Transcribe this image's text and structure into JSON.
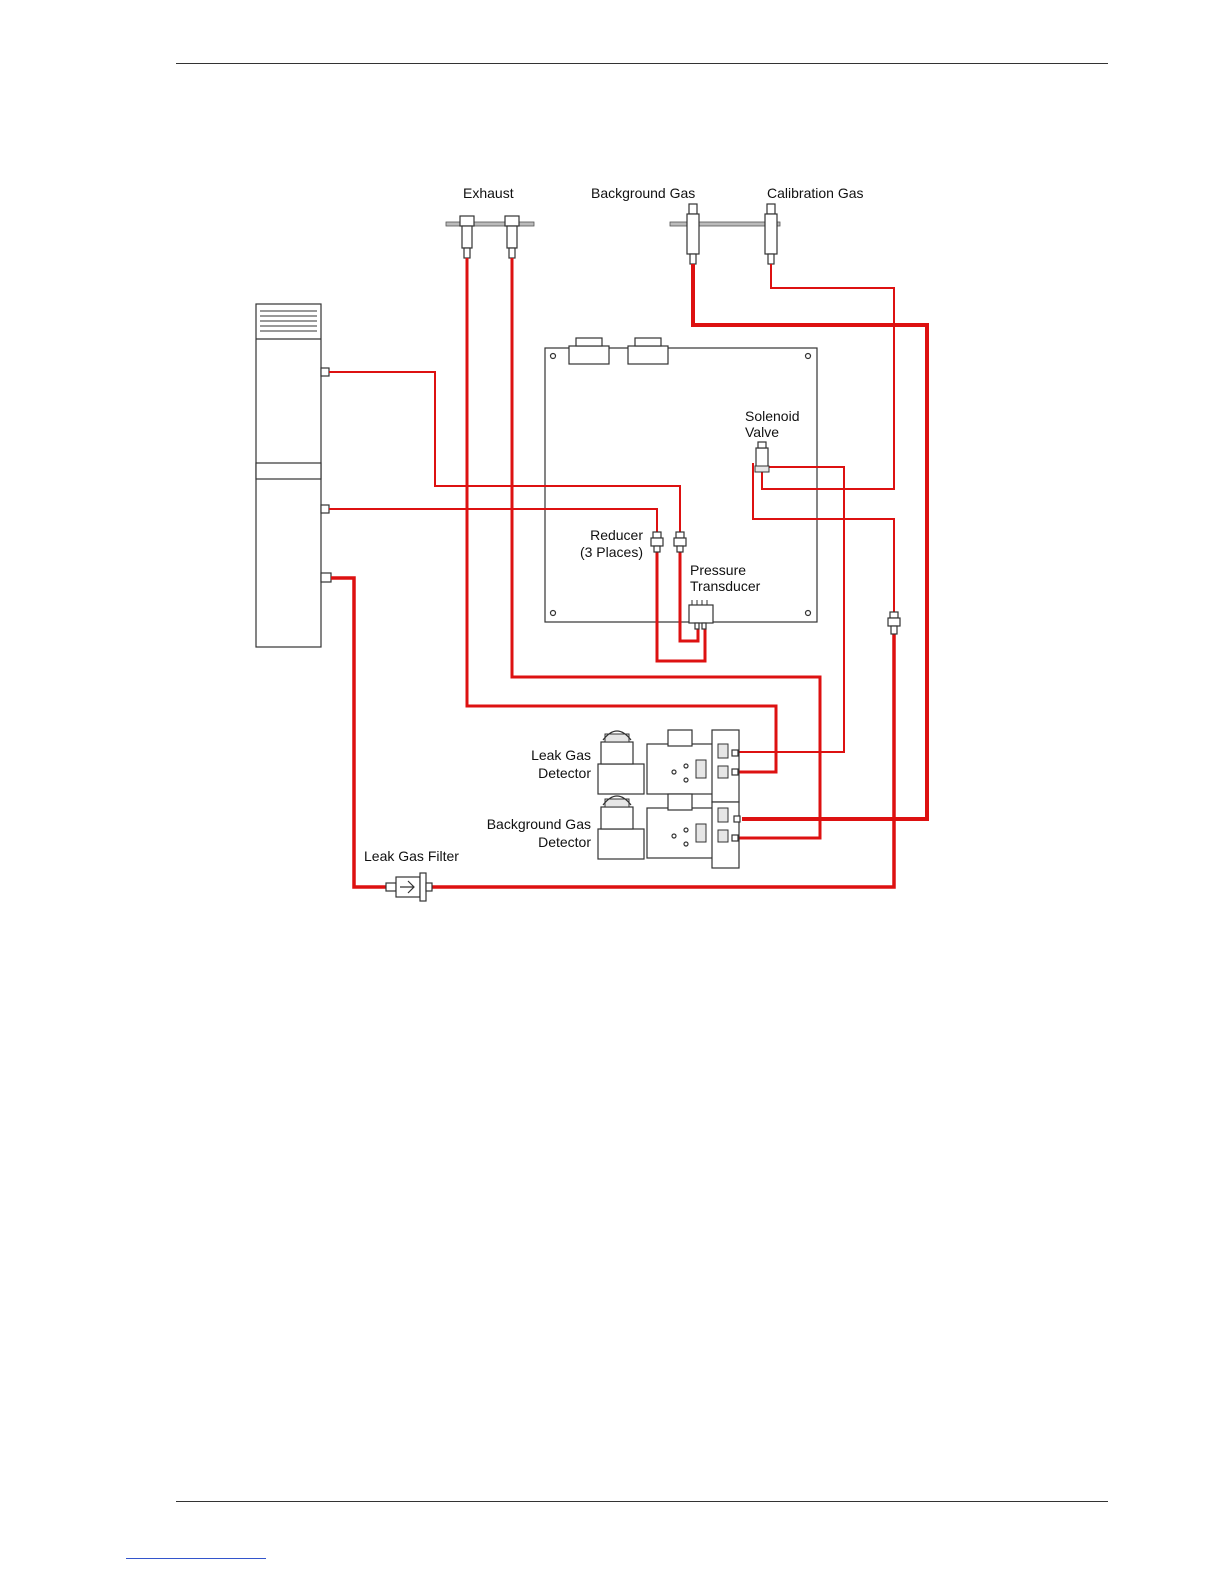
{
  "labels": {
    "exhaust": "Exhaust",
    "background_gas": "Background Gas",
    "calibration_gas": "Calibration Gas",
    "solenoid_valve_line1": "Solenoid",
    "solenoid_valve_line2": "Valve",
    "reducer_line1": "Reducer",
    "reducer_line2": "(3 Places)",
    "pressure_transducer_line1": "Pressure",
    "pressure_transducer_line2": "Transducer",
    "leak_gas_detector_line1": "Leak Gas",
    "leak_gas_detector_line2": "Detector",
    "background_gas_detector_line1": "Background Gas",
    "background_gas_detector_line2": "Detector",
    "leak_gas_filter": "Leak Gas Filter"
  },
  "colors": {
    "tubing": "#dd1111",
    "hardware_outline": "#333333",
    "rule": "#333333",
    "link_underline": "#3355cc"
  }
}
